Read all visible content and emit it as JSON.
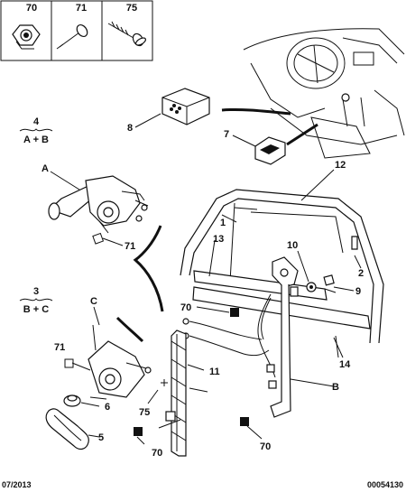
{
  "hardware_boxes": [
    {
      "label": "70",
      "icon": "nut-icon"
    },
    {
      "label": "71",
      "icon": "rivet-icon"
    },
    {
      "label": "75",
      "icon": "screw-icon"
    }
  ],
  "callouts": {
    "c8": "8",
    "c7": "7",
    "c12": "12",
    "c1": "1",
    "c13": "13",
    "c10": "10",
    "c2": "2",
    "c9": "9",
    "cA": "A",
    "c71a": "71",
    "c70a": "70",
    "c3top": "3",
    "c3bot": "B + C",
    "c4top": "4",
    "c4bot": "A + B",
    "cC": "C",
    "c71b": "71",
    "c11": "11",
    "c14": "14",
    "c75": "75",
    "c6": "6",
    "cB": "B",
    "c5": "5",
    "c70b": "70",
    "c70c": "70"
  },
  "footer": {
    "date": "07/2013",
    "ref": "00054130"
  }
}
